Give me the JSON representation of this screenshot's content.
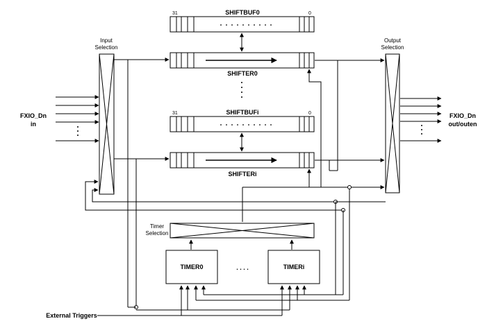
{
  "labels": {
    "input_selection": [
      "Input",
      "Selection"
    ],
    "output_selection": [
      "Output",
      "Selection"
    ],
    "timer_selection": [
      "Timer",
      "Selection"
    ],
    "fxio_in": [
      "FXIO_Dn",
      "in"
    ],
    "fxio_out": [
      "FXIO_Dn",
      "out/outen"
    ],
    "shiftbuf0": "SHIFTBUF0",
    "shifter0": "SHIFTER0",
    "shiftbufi": "SHIFTBUFi",
    "shifteri": "SHIFTERi",
    "bit_msb": "31",
    "bit_lsb": "0",
    "timer0": "TIMER0",
    "timeri": "TIMERi",
    "dots_h": ". . . .",
    "external_triggers": "External Triggers"
  }
}
